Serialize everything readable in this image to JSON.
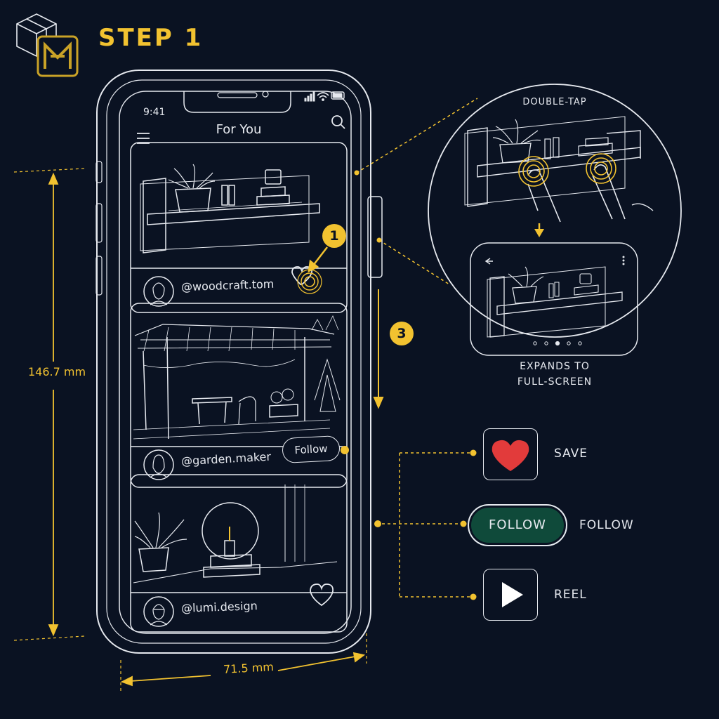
{
  "header": {
    "step_title": "STEP 1"
  },
  "phone": {
    "status_time": "9:41",
    "feed_title": "For You",
    "posts": [
      {
        "handle": "@woodcraft.tom"
      },
      {
        "handle": "@garden.maker",
        "follow_label": "Follow"
      },
      {
        "handle": "@lumi.design"
      }
    ]
  },
  "dimensions": {
    "height": "146.7 mm",
    "width": "71.5 mm"
  },
  "callouts": {
    "badge_1": "1",
    "badge_3": "3",
    "double_tap": "DOUBLE-TAP",
    "expands_line1": "EXPANDS TO",
    "expands_line2": "FULL-SCREEN"
  },
  "legend": {
    "save": "SAVE",
    "follow_button": "FOLLOW",
    "follow": "FOLLOW",
    "reel": "REEL"
  },
  "colors": {
    "background": "#0a1222",
    "line": "#e6e9ef",
    "accent": "#f2c230",
    "heart": "#e23b3b",
    "follow_fill": "#0f4a3a"
  }
}
